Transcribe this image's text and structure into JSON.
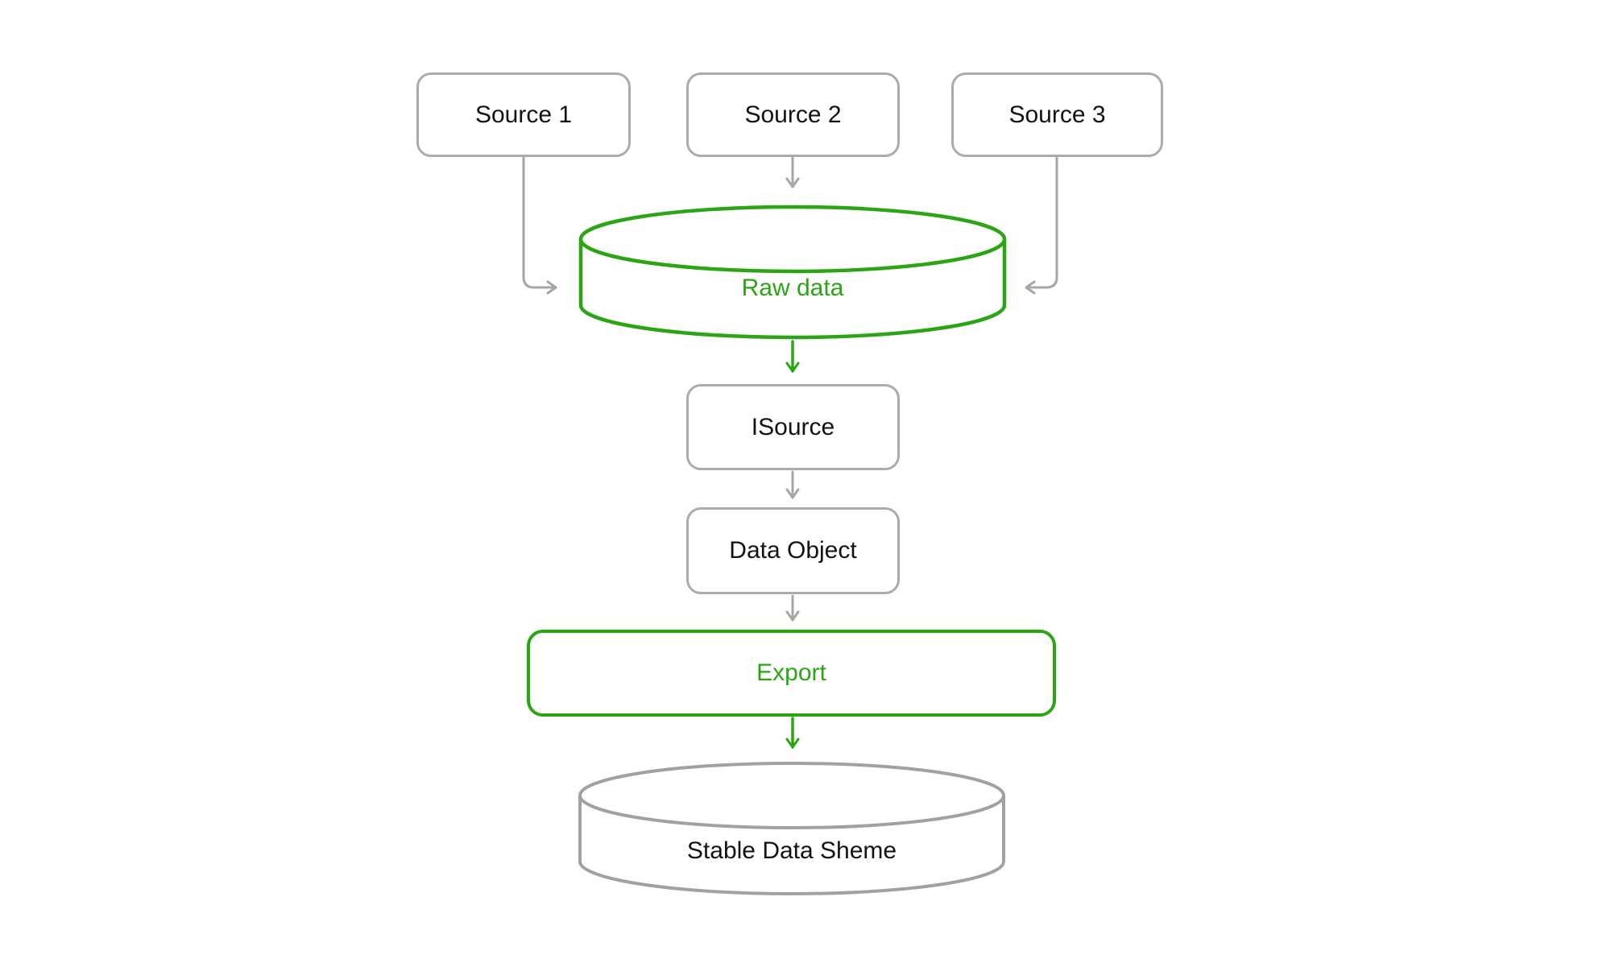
{
  "diagram": {
    "type": "flow-diagram",
    "background": "#FFFFFF",
    "nodes": {
      "source1": {
        "label": "Source 1",
        "shape": "rounded-box",
        "accent": false
      },
      "source2": {
        "label": "Source 2",
        "shape": "rounded-box",
        "accent": false
      },
      "source3": {
        "label": "Source 3",
        "shape": "rounded-box",
        "accent": false
      },
      "raw_data": {
        "label": "Raw data",
        "shape": "cylinder",
        "accent": true
      },
      "isource": {
        "label": "ISource",
        "shape": "rounded-box",
        "accent": false
      },
      "data_object": {
        "label": "Data Object",
        "shape": "rounded-box",
        "accent": false
      },
      "export": {
        "label": "Export",
        "shape": "rounded-box",
        "accent": true
      },
      "stable_data_scheme": {
        "label": "Stable Data Sheme",
        "shape": "cylinder",
        "accent": false
      }
    },
    "edges": [
      {
        "from": "source1",
        "to": "raw_data",
        "color": "gray",
        "style": "elbow-right"
      },
      {
        "from": "source2",
        "to": "raw_data",
        "color": "gray",
        "style": "straight-down"
      },
      {
        "from": "source3",
        "to": "raw_data",
        "color": "gray",
        "style": "elbow-left"
      },
      {
        "from": "raw_data",
        "to": "isource",
        "color": "green",
        "style": "straight-down"
      },
      {
        "from": "isource",
        "to": "data_object",
        "color": "gray",
        "style": "straight-down"
      },
      {
        "from": "data_object",
        "to": "export",
        "color": "gray",
        "style": "straight-down"
      },
      {
        "from": "export",
        "to": "stable_data_scheme",
        "color": "green",
        "style": "straight-down"
      }
    ],
    "colors": {
      "accent_green": "#2BA514",
      "neutral_gray": "#ABABAB",
      "text_black": "#121212",
      "background": "#FFFFFF"
    }
  }
}
